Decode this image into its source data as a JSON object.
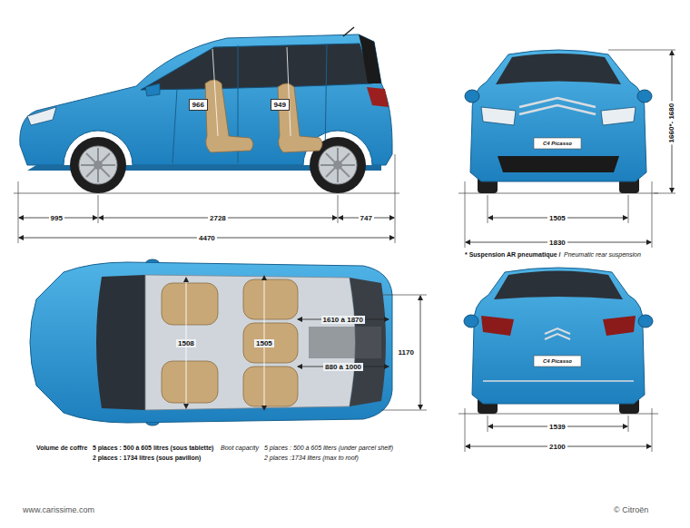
{
  "diagram": {
    "labels": [
      "966",
      "949",
      "995",
      "2728",
      "747",
      "4470",
      "1505",
      "1830",
      "1660*- 1680",
      "* Suspension AR pneumatique /",
      "Pneumatic rear suspension",
      "1610 à 1870",
      "880 à 1000",
      "1508",
      "1505",
      "1170",
      "1539",
      "2100",
      "Volume de coffre",
      "5 places : 500 à 605 litres (sous tablette)",
      "2 places : 1734 litres (sous pavillon)",
      "Boot capacity",
      "5 places : 500 à 605 liters (under parcel shelf)",
      "2 places :1734 liters (max to roof)",
      "www.carissime.com",
      "© Citroën",
      "C4 Picasso",
      "C4 Picasso"
    ]
  }
}
